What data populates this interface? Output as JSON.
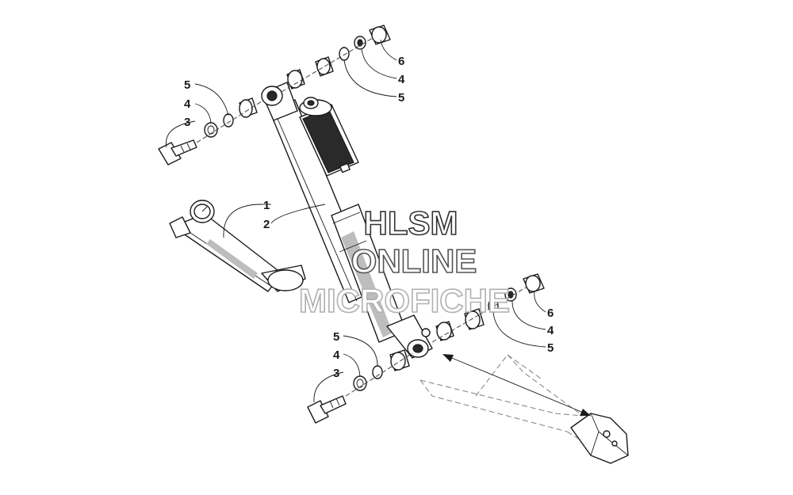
{
  "diagram": {
    "callouts": {
      "upper_left": [
        "5",
        "4",
        "3"
      ],
      "upper_right": [
        "6",
        "4",
        "5"
      ],
      "center": [
        "1",
        "2"
      ],
      "lower_left": [
        "5",
        "4",
        "3"
      ],
      "lower_right": [
        "6",
        "4",
        "5"
      ]
    },
    "watermark": {
      "line1": "HLSM",
      "line2": "ONLINE",
      "line3": "MICROFICHE",
      "colors": [
        "#333333",
        "#555555",
        "#b0b0b0"
      ]
    }
  }
}
